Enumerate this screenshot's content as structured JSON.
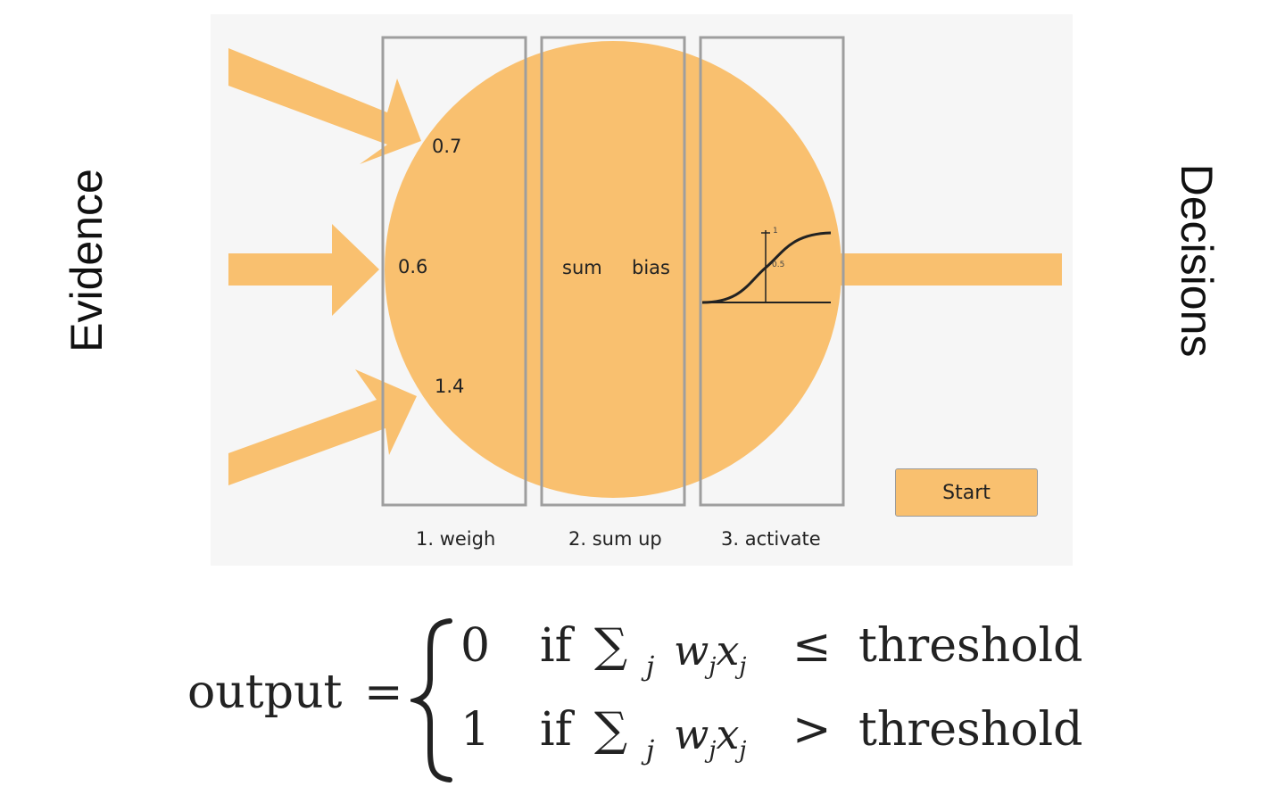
{
  "side_labels": {
    "left": "Evidence",
    "right": "Decisions"
  },
  "neuron": {
    "weights": [
      "0.7",
      "0.6",
      "1.4"
    ],
    "sum_label": "sum",
    "bias_label": "bias",
    "steps": [
      "1. weigh",
      "2. sum up",
      "3. activate"
    ],
    "activation_ticks": [
      "1",
      "0.5"
    ],
    "start_label": "Start"
  },
  "formula": {
    "lhs": "output",
    "equals": "=",
    "cases": [
      {
        "value": "0",
        "if": "if",
        "sum": "∑",
        "sub": "j",
        "expr": "w",
        "expr_sub": "j",
        "expr2": "x",
        "expr2_sub": "j",
        "op": "≤",
        "rhs": "threshold"
      },
      {
        "value": "1",
        "if": "if",
        "sum": "∑",
        "sub": "j",
        "expr": "w",
        "expr_sub": "j",
        "expr2": "x",
        "expr2_sub": "j",
        "op": ">",
        "rhs": "threshold"
      }
    ]
  },
  "colors": {
    "accent": "#f9c06f",
    "panel": "#f6f6f6",
    "frame": "#9e9e9e"
  }
}
